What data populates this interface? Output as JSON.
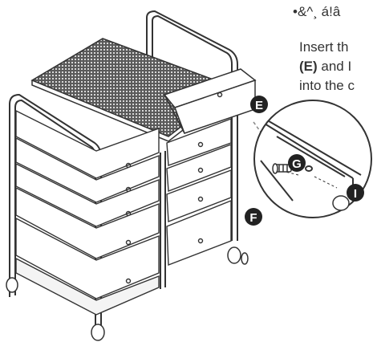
{
  "bullet_line": "•&^¸ á!â",
  "instruction": {
    "line1": "Insert th",
    "line2_bold": "(E)",
    "line2_rest": " and I",
    "line3": "into the c"
  },
  "labels": {
    "e": "E",
    "f": "F",
    "g": "G",
    "i": "I"
  }
}
